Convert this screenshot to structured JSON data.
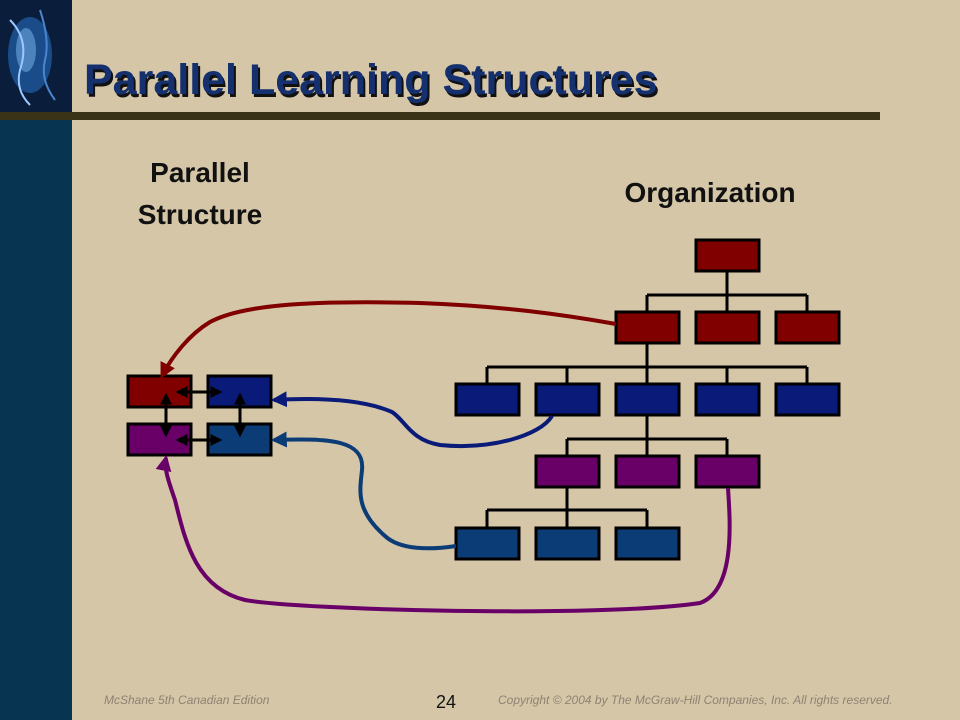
{
  "slide": {
    "title": "Parallel Learning Structures",
    "labels": {
      "parallel_structure": "Parallel Structure",
      "organization": "Organization"
    },
    "footer": {
      "left": "McShane 5th Canadian Edition",
      "page_number": "24",
      "right": "Copyright © 2004  by The McGraw-Hill Companies, Inc.  All rights reserved."
    }
  },
  "colors": {
    "background": "#d5c6a8",
    "sidebar": "#073451",
    "title_text": "#15306f",
    "red_box": "#800000",
    "blue_box": "#0a1a78",
    "purple_box": "#680068",
    "teal_box": "#0b3c76",
    "connector_red": "#800000",
    "connector_blue": "#0a1a78",
    "connector_teal": "#0b3c76",
    "connector_purple": "#680068"
  }
}
